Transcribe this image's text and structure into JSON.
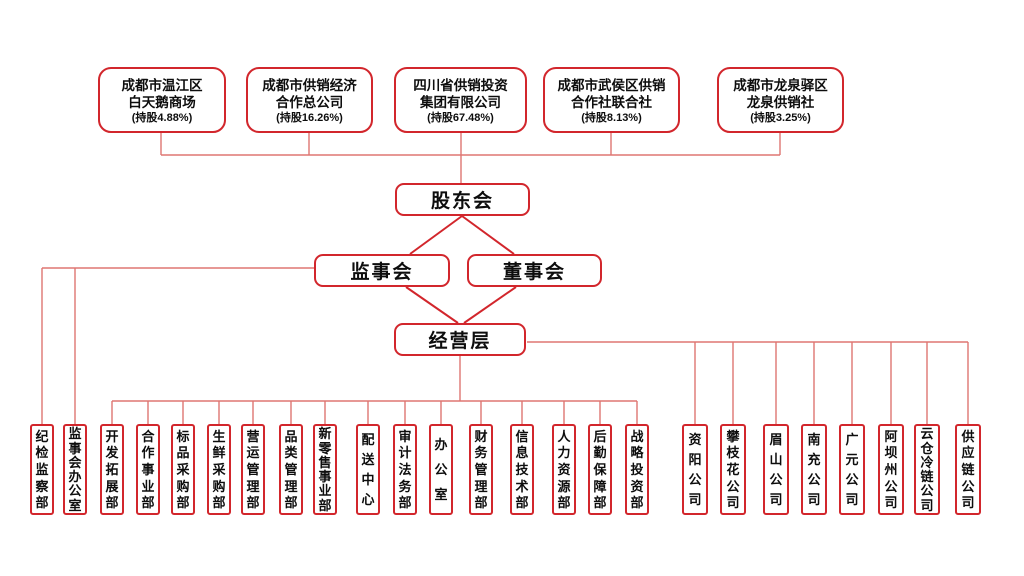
{
  "shareholders": [
    {
      "line1": "成都市温江区",
      "line2": "白天鹅商场",
      "share": "(持股4.88%)"
    },
    {
      "line1": "成都市供销经济",
      "line2": "合作总公司",
      "share": "(持股16.26%)"
    },
    {
      "line1": "四川省供销投资",
      "line2": "集团有限公司",
      "share": "(持股67.48%)"
    },
    {
      "line1": "成都市武侯区供销",
      "line2": "合作社联合社",
      "share": "(持股8.13%)"
    },
    {
      "line1": "成都市龙泉驿区",
      "line2": "龙泉供销社",
      "share": "(持股3.25%)"
    }
  ],
  "governance": {
    "shareholders_meeting": "股东会",
    "supervisory_board": "监事会",
    "board_of_directors": "董事会",
    "management": "经营层"
  },
  "supervisory_departments": [
    "纪检监察部",
    "监事会办公室"
  ],
  "management_departments": [
    "开发拓展部",
    "合作事业部",
    "标品采购部",
    "生鲜采购部",
    "营运管理部",
    "品类管理部",
    "新零售事业部",
    "配送中心",
    "审计法务部",
    "办公室",
    "财务管理部",
    "信息技术部",
    "人力资源部",
    "后勤保障部",
    "战略投资部"
  ],
  "subsidiaries": [
    "资阳公司",
    "攀枝花公司",
    "眉山公司",
    "南充公司",
    "广元公司",
    "阿坝州公司",
    "云仓冷链公司",
    "供应链公司"
  ],
  "colors": {
    "box_border_red": "#d2262c",
    "connector_pink": "#df7672",
    "text": "#0d0d0d",
    "background": "#ffffff"
  }
}
